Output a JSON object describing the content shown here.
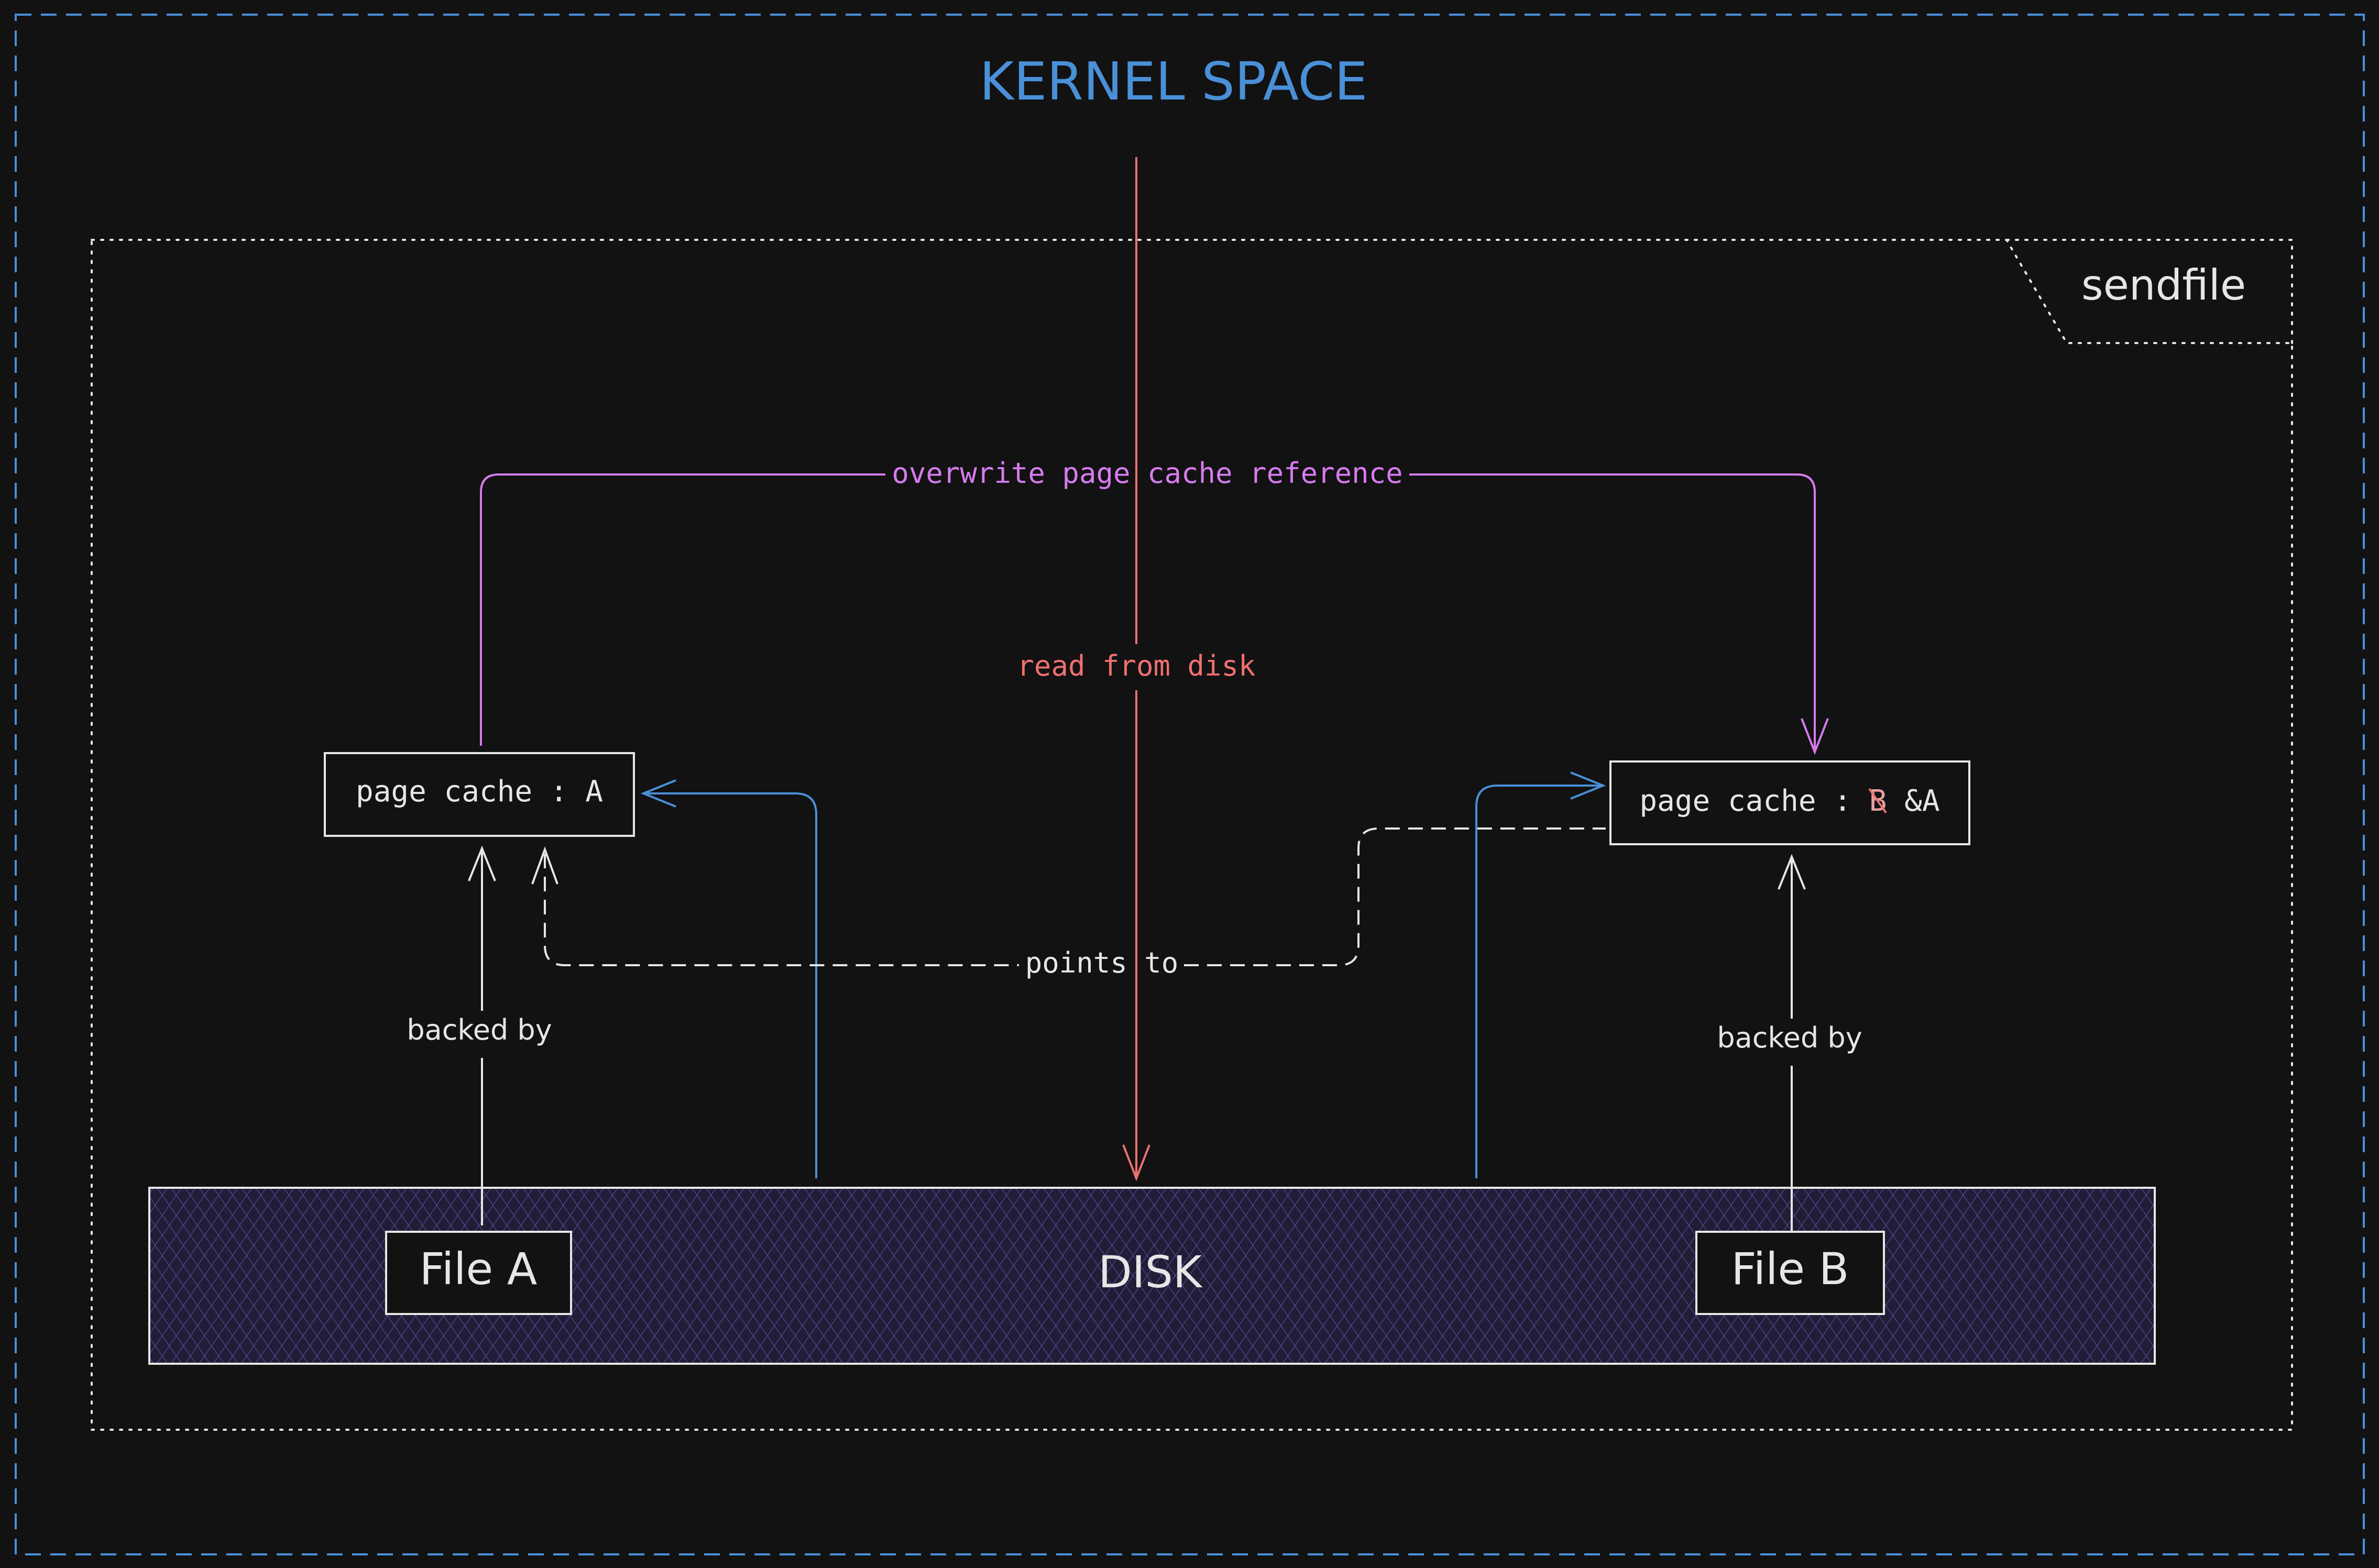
{
  "title": "KERNEL SPACE",
  "frame_label": "sendfile",
  "nodes": {
    "page_cache_a": "page cache : A",
    "page_cache_b_prefix": "page cache : ",
    "page_cache_b_struck": "B",
    "page_cache_b_suffix": " &A",
    "file_a": "File A",
    "file_b": "File B",
    "disk": "DISK"
  },
  "edges": {
    "overwrite": "overwrite page cache reference",
    "read_from_disk": "read from disk",
    "points_to": "points to",
    "backed_by_a": "backed by",
    "backed_by_b": "backed by"
  },
  "colors": {
    "background": "#121212",
    "title": "#4a90d9",
    "outer_border": "#4a90d9",
    "frame_border": "#e6e6e6",
    "box_border": "#e6e6e6",
    "text": "#e6e6e6",
    "overwrite_arrow": "#d77bf0",
    "read_arrow": "#f07070",
    "io_arrow": "#4a90d9",
    "disk_fill": "#2a2440",
    "disk_hatch": "#5e4c9a",
    "strike": "#f07070"
  }
}
